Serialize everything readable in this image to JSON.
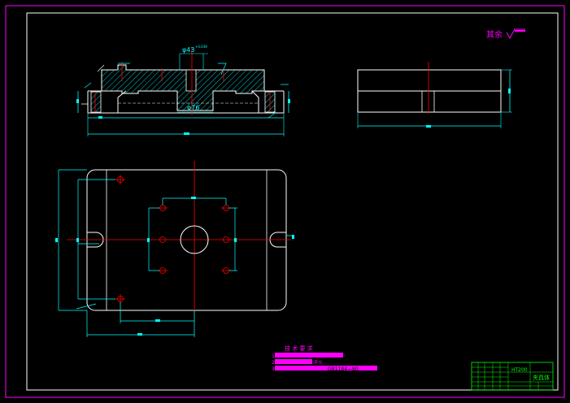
{
  "colors": {
    "background": "#000000",
    "border": "#ff00ff",
    "outline": "#ffffff",
    "dimension": "#00ffff",
    "centerline": "#ff0000",
    "hatch": "#00ffff",
    "note_bar": "#ff00ff",
    "title_block": "#00ff00"
  },
  "roughness": {
    "label": "其余"
  },
  "section_view": {
    "dim_bore": "φ43",
    "dim_bore_tol": "+0.039",
    "dim_base": "φ76"
  },
  "tech_requirements": {
    "title": "技 术 要 求",
    "items": [
      {
        "num": "1",
        "text": ""
      },
      {
        "num": "2",
        "text": "淬火"
      },
      {
        "num": "3",
        "text": "GB1184—80"
      }
    ]
  },
  "title_block": {
    "material": "HT200",
    "drawing_name": "夹具体"
  }
}
